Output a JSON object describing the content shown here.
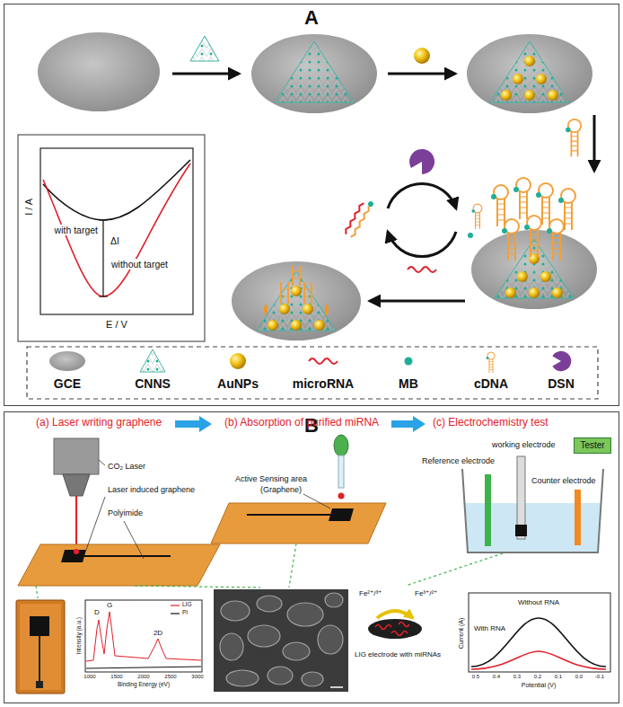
{
  "diagram": {
    "nodes": [
      {
        "text": [
          "A"
        ]
      },
      {
        "text": [
          "B"
        ]
      },
      {
        "text": [
          "Tester"
        ],
        "in": 1
      }
    ],
    "labels": [
      "I / A",
      "E / V",
      "with target",
      "without target",
      "ΔI",
      "(a) Laser writing graphene",
      "(b) Absorption of purified miRNA",
      "(c) Electrochemistry test",
      "CO₂ Laser",
      "Laser induced graphene",
      "Polyimide",
      "Active Sensing area",
      "(Graphene)",
      "working electrode",
      "Reference electrode",
      "Counter electrode",
      "D",
      "G",
      "2D",
      "Intensity (a.u.)",
      "Binding Energy (eV)",
      "1000",
      "1500",
      "2000",
      "2500",
      "3000",
      "Fe²⁺/³⁺",
      "Fe³⁺/²⁺",
      "LIG electrode with miRNAs",
      "Without RNA",
      "With RNA",
      "Current (A)",
      "Potential (V)",
      "0.5",
      "0.4",
      "0.3",
      "0.2",
      "0.1",
      "0.0",
      "-0.1"
    ],
    "legend": [
      {
        "text": "GCE"
      },
      {
        "text": "CNNS"
      },
      {
        "text": "AuNPs"
      },
      {
        "text": "microRNA"
      },
      {
        "text": "MB"
      },
      {
        "text": "cDNA"
      },
      {
        "text": "DSN"
      },
      {
        "text": "LIG"
      },
      {
        "text": "PI"
      }
    ]
  }
}
